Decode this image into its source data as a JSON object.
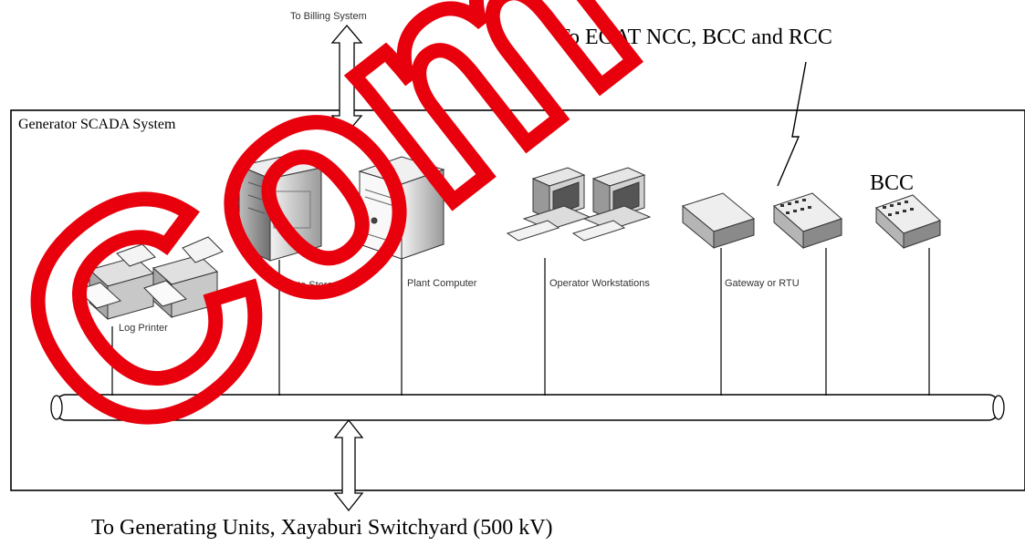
{
  "top_link": {
    "label": "To Billing System"
  },
  "external_link": {
    "label": "To EGAT NCC, BCC and RCC"
  },
  "system": {
    "title": "Generator SCADA System"
  },
  "devices": [
    {
      "label": "Log Printer",
      "icon": "printer-icon"
    },
    {
      "label": "Data Storage",
      "icon": "server-icon"
    },
    {
      "label": "Plant Computer",
      "icon": "computer-tower-icon"
    },
    {
      "label": "Operator Workstations",
      "icon": "workstation-icon"
    },
    {
      "label": "Gateway or RTU",
      "icon": "gateway-icon"
    }
  ],
  "bcc": {
    "label": "BCC",
    "icon": "network-switch-icon"
  },
  "bottom_link": {
    "label": "To Generating Units, Xayaburi Switchyard (500 kV)"
  },
  "watermark": {
    "text": "Com",
    "color": "#e8000d"
  },
  "colors": {
    "line": "#000000",
    "device_fill": "#d9d9d9",
    "device_dark": "#7a7a7a"
  }
}
